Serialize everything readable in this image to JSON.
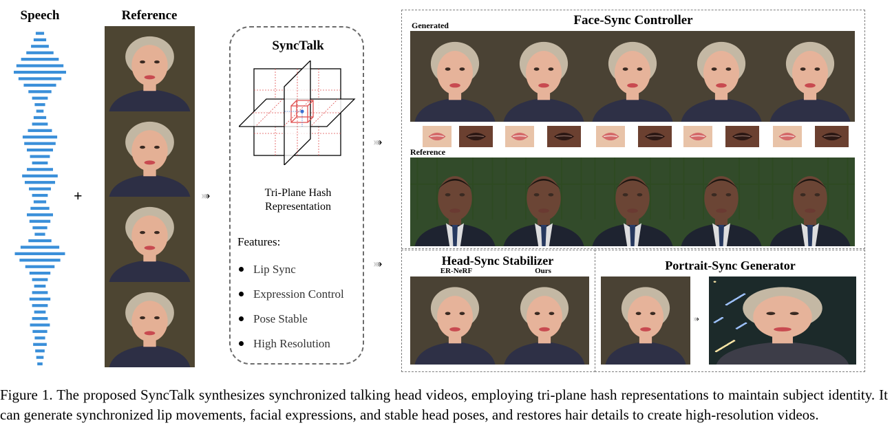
{
  "labels": {
    "speech": "Speech",
    "reference_left": "Reference",
    "plus": "+",
    "synctalk_title": "SyncTalk",
    "triplane_line1": "Tri-Plane Hash",
    "triplane_line2": "Representation",
    "features_title": "Features:",
    "face_sync_title": "Face-Sync Controller",
    "generated": "Generated",
    "reference_right": "Reference",
    "head_sync_title": "Head-Sync Stabilizer",
    "er_nerf": "ER-NeRF",
    "ours": "Ours",
    "portrait_sync_title": "Portrait-Sync Generator"
  },
  "features": [
    "Lip Sync",
    "Expression Control",
    "Pose Stable",
    "High Resolution"
  ],
  "arrow_glyph": "›",
  "colors": {
    "wave": "#3a8fd9",
    "dashed_border": "#7d7d7d",
    "plane_red": "#e05050"
  },
  "speech_wave_widths": [
    0.16,
    0.24,
    0.34,
    0.52,
    0.72,
    0.9,
    1.0,
    0.82,
    0.62,
    0.44,
    0.3,
    0.2,
    0.14,
    0.24,
    0.3,
    0.46,
    0.66,
    0.6,
    0.5,
    0.38,
    0.3,
    0.5,
    0.68,
    0.58,
    0.42,
    0.3,
    0.24,
    0.36,
    0.5,
    0.4,
    0.28,
    0.2,
    0.44,
    0.74,
    0.96,
    0.78,
    0.56,
    0.4,
    0.3,
    0.22,
    0.3,
    0.4,
    0.3,
    0.22,
    0.3,
    0.38,
    0.28,
    0.2,
    0.26,
    0.18,
    0.14,
    0.1
  ],
  "caption": "Figure 1.  The proposed SyncTalk synthesizes synchronized talking head videos, employing tri-plane hash representations to maintain subject identity. It can generate synchronized lip movements, facial expressions, and stable head poses, and restores hair details to create high-resolution videos."
}
